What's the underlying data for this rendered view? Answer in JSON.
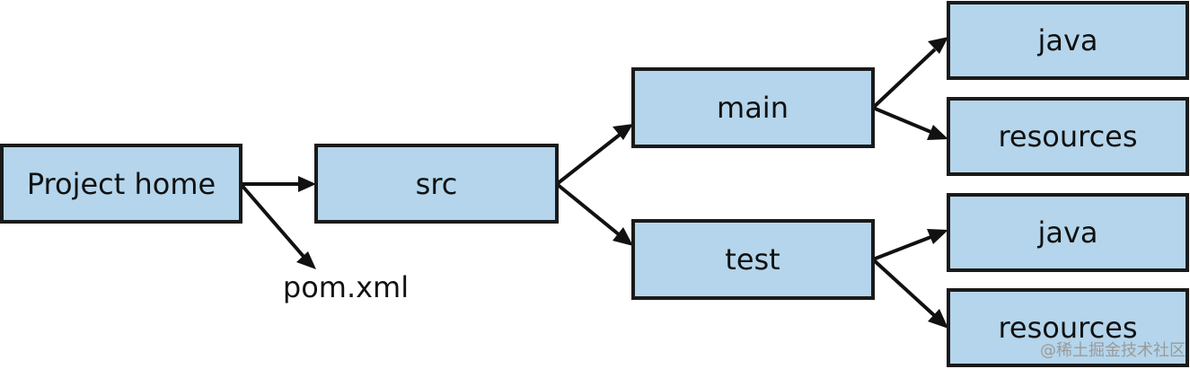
{
  "nodes": {
    "project_home": "Project home",
    "src": "src",
    "main": "main",
    "test": "test",
    "main_java": "java",
    "main_resources": "resources",
    "test_java": "java",
    "test_resources": "resources"
  },
  "labels": {
    "pom": "pom.xml"
  },
  "watermark": "@稀土掘金技术社区",
  "colors": {
    "box_fill": "#b4d5eb",
    "box_stroke": "#1a1a1a",
    "arrow": "#111111"
  }
}
